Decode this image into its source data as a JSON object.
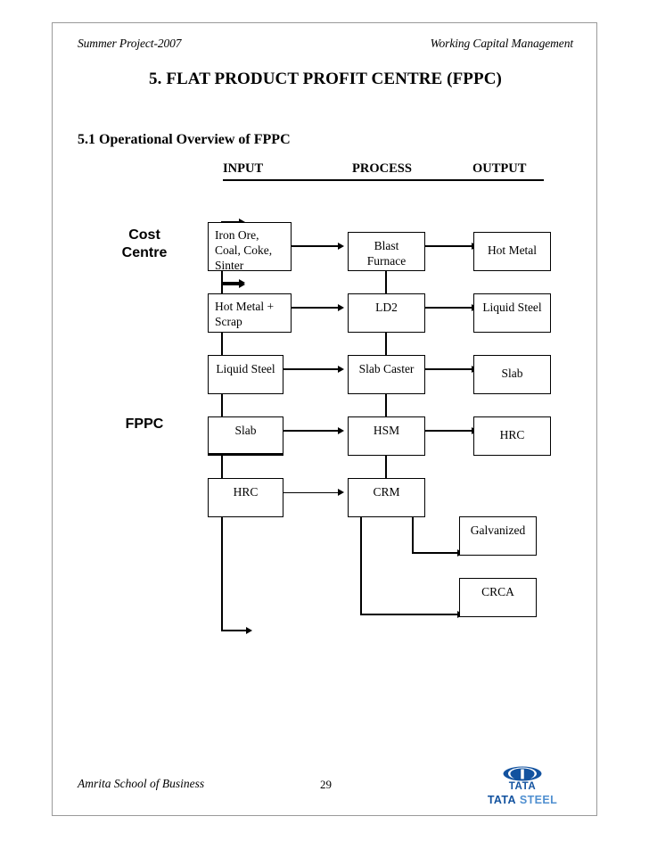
{
  "header": {
    "left": "Summer Project-2007",
    "right": "Working Capital Management"
  },
  "titles": {
    "chapter": "5. FLAT PRODUCT PROFIT CENTRE (FPPC)",
    "section": "5.1 Operational Overview of FPPC"
  },
  "columns": {
    "input": "INPUT",
    "process": "PROCESS",
    "output": "OUTPUT"
  },
  "groups": {
    "cost_centre": "Cost\nCentre",
    "fppc": "FPPC"
  },
  "flow": {
    "rows": [
      {
        "input": "Iron Ore,\nCoal, Coke,\nSinter",
        "process": "Blast\nFurnace",
        "output": "Hot Metal"
      },
      {
        "input": "Hot Metal +\nScrap",
        "process": "LD2",
        "output": "Liquid Steel"
      },
      {
        "input": "Liquid Steel",
        "process": "Slab Caster",
        "output": "Slab"
      },
      {
        "input": "Slab",
        "process": "HSM",
        "output": "HRC"
      },
      {
        "input": "HRC",
        "process": "CRM",
        "output": ""
      }
    ],
    "crm_outputs": [
      {
        "label": "Galvanized"
      },
      {
        "label": "CRCA"
      }
    ]
  },
  "footer": {
    "school": "Amrita School of Business",
    "page": "29",
    "logo": {
      "word": "TATA",
      "steel_bold": "TATA",
      "steel_light": "STEEL",
      "color_dark": "#12529f",
      "color_light": "#4f8fd0"
    }
  }
}
